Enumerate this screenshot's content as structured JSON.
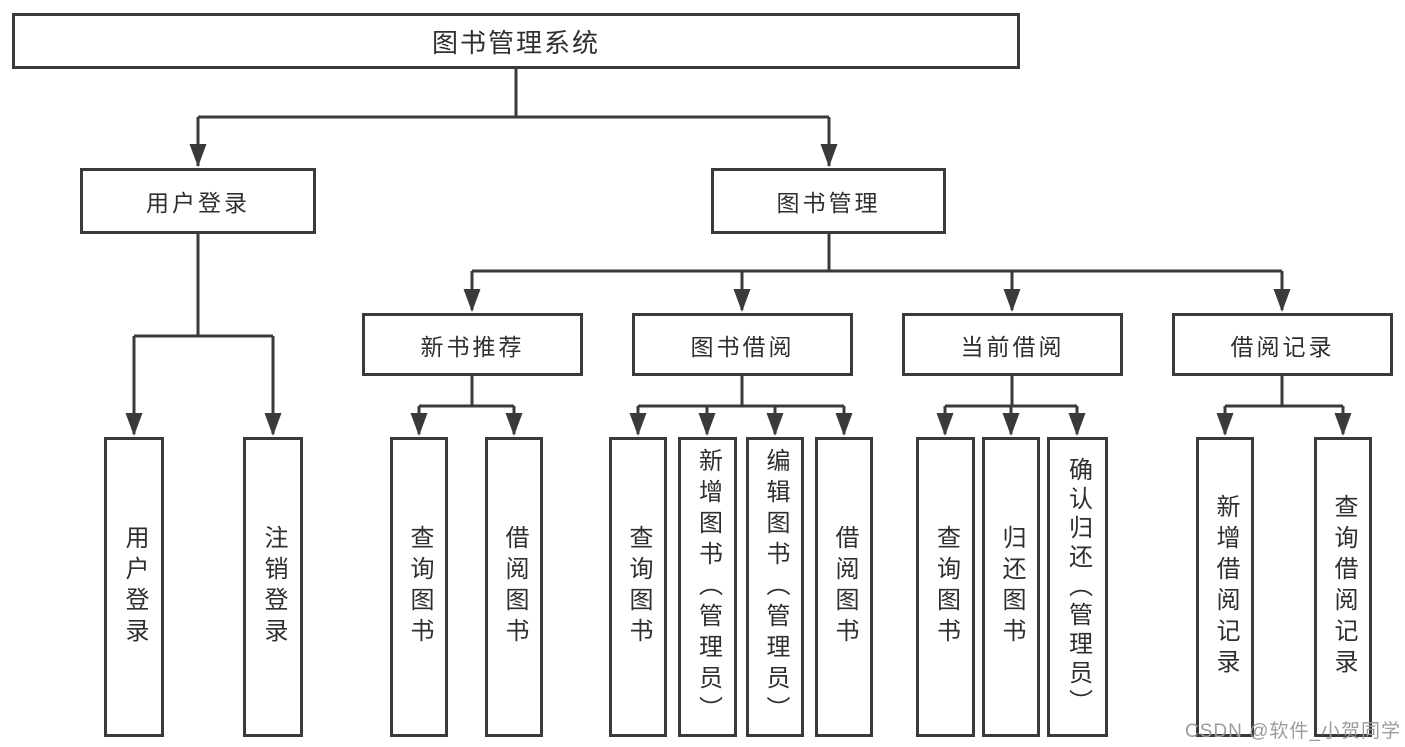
{
  "diagram": {
    "type": "tree",
    "title": "图书管理系统",
    "colors": {
      "line": "#3a3a3a",
      "text": "#2f2f2f",
      "background": "#ffffff",
      "watermark": "#9c9c9c"
    },
    "nodes": {
      "root": "图书管理系统",
      "user_login": "用户登录",
      "book_mgmt": "图书管理",
      "new_book_rec": "新书推荐",
      "book_borrow": "图书借阅",
      "current_borrow": "当前借阅",
      "borrow_records": "借阅记录",
      "leaf_user_login": "用户登录",
      "leaf_logout": "注销登录",
      "leaf_nb_query": "查询图书",
      "leaf_nb_borrow": "借阅图书",
      "leaf_bb_query": "查询图书",
      "leaf_bb_add": "新增图书（管理员）",
      "leaf_bb_edit": "编辑图书（管理员）",
      "leaf_bb_borrow": "借阅图书",
      "leaf_cb_query": "查询图书",
      "leaf_cb_return": "归还图书",
      "leaf_cb_confirm": "确认归还（管理员）",
      "leaf_br_add": "新增借阅记录",
      "leaf_br_query": "查询借阅记录"
    },
    "edges": [
      [
        "图书管理系统",
        "用户登录"
      ],
      [
        "图书管理系统",
        "图书管理"
      ],
      [
        "用户登录",
        "用户登录(叶)"
      ],
      [
        "用户登录",
        "注销登录"
      ],
      [
        "图书管理",
        "新书推荐"
      ],
      [
        "图书管理",
        "图书借阅"
      ],
      [
        "图书管理",
        "当前借阅"
      ],
      [
        "图书管理",
        "借阅记录"
      ],
      [
        "新书推荐",
        "查询图书"
      ],
      [
        "新书推荐",
        "借阅图书"
      ],
      [
        "图书借阅",
        "查询图书"
      ],
      [
        "图书借阅",
        "新增图书（管理员）"
      ],
      [
        "图书借阅",
        "编辑图书（管理员）"
      ],
      [
        "图书借阅",
        "借阅图书"
      ],
      [
        "当前借阅",
        "查询图书"
      ],
      [
        "当前借阅",
        "归还图书"
      ],
      [
        "当前借阅",
        "确认归还（管理员）"
      ],
      [
        "借阅记录",
        "新增借阅记录"
      ],
      [
        "借阅记录",
        "查询借阅记录"
      ]
    ],
    "watermark": "CSDN @软件_小贺同学"
  }
}
